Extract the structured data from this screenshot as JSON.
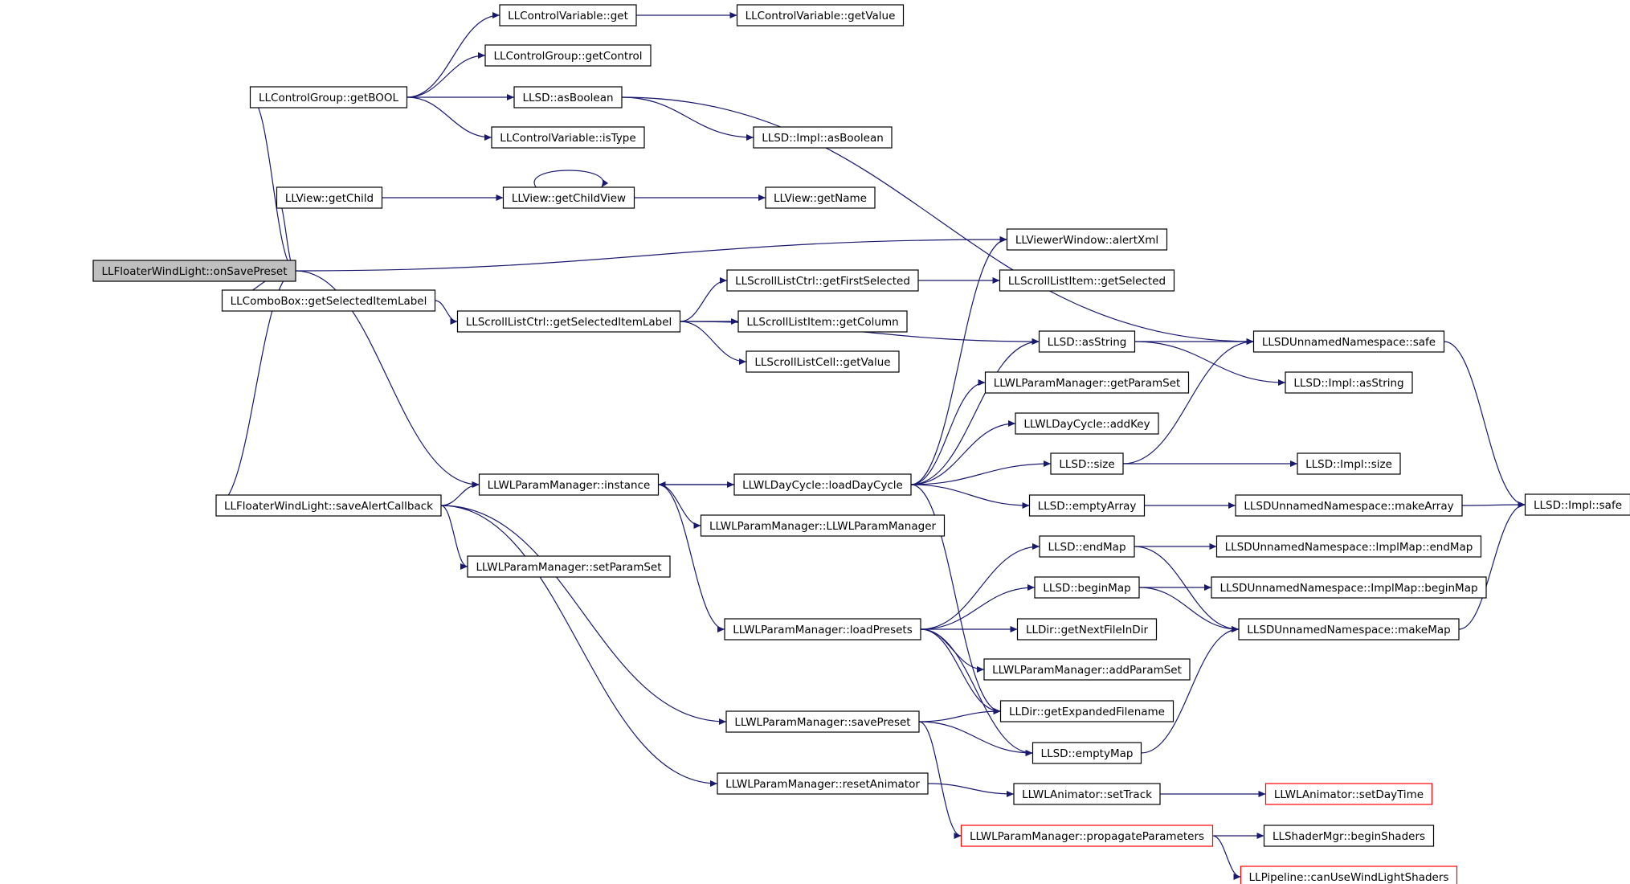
{
  "graph": {
    "nodes": [
      {
        "id": "n0",
        "label": "LLFloaterWindLight::onSavePreset",
        "style": "root"
      },
      {
        "id": "n1",
        "label": "LLControlGroup::getBOOL",
        "style": ""
      },
      {
        "id": "n2",
        "label": "LLControlVariable::get",
        "style": ""
      },
      {
        "id": "n3",
        "label": "LLControlVariable::getValue",
        "style": ""
      },
      {
        "id": "n4",
        "label": "LLControlGroup::getControl",
        "style": ""
      },
      {
        "id": "n5",
        "label": "LLSD::asBoolean",
        "style": ""
      },
      {
        "id": "n6",
        "label": "LLSDUnnamedNamespace::safe",
        "style": ""
      },
      {
        "id": "n7",
        "label": "LLSD::Impl::safe",
        "style": ""
      },
      {
        "id": "n8",
        "label": "LLSD::Impl::asBoolean",
        "style": ""
      },
      {
        "id": "n9",
        "label": "LLControlVariable::isType",
        "style": ""
      },
      {
        "id": "n10",
        "label": "LLView::getChild",
        "style": ""
      },
      {
        "id": "n11",
        "label": "LLView::getChildView",
        "style": ""
      },
      {
        "id": "n12",
        "label": "LLView::getName",
        "style": ""
      },
      {
        "id": "n13",
        "label": "LLViewerWindow::alertXml",
        "style": ""
      },
      {
        "id": "n14",
        "label": "LLComboBox::getSelectedItemLabel",
        "style": ""
      },
      {
        "id": "n15",
        "label": "LLScrollListCtrl::getSelectedItemLabel",
        "style": ""
      },
      {
        "id": "n16",
        "label": "LLScrollListCtrl::getFirstSelected",
        "style": ""
      },
      {
        "id": "n17",
        "label": "LLScrollListItem::getSelected",
        "style": ""
      },
      {
        "id": "n18",
        "label": "LLScrollListItem::getColumn",
        "style": ""
      },
      {
        "id": "n19",
        "label": "LLScrollListCell::getValue",
        "style": ""
      },
      {
        "id": "n20",
        "label": "LLSD::asString",
        "style": ""
      },
      {
        "id": "n21",
        "label": "LLSD::Impl::asString",
        "style": ""
      },
      {
        "id": "n22",
        "label": "LLFloaterWindLight::saveAlertCallback",
        "style": ""
      },
      {
        "id": "n23",
        "label": "LLWLParamManager::instance",
        "style": ""
      },
      {
        "id": "n24",
        "label": "LLWLDayCycle::loadDayCycle",
        "style": ""
      },
      {
        "id": "n25",
        "label": "LLWLParamManager::getParamSet",
        "style": ""
      },
      {
        "id": "n26",
        "label": "LLWLDayCycle::addKey",
        "style": ""
      },
      {
        "id": "n27",
        "label": "LLSD::size",
        "style": ""
      },
      {
        "id": "n28",
        "label": "LLSD::Impl::size",
        "style": ""
      },
      {
        "id": "n29",
        "label": "LLSD::emptyArray",
        "style": ""
      },
      {
        "id": "n30",
        "label": "LLSDUnnamedNamespace::makeArray",
        "style": ""
      },
      {
        "id": "n31",
        "label": "LLWLParamManager::LLWLParamManager",
        "style": ""
      },
      {
        "id": "n32",
        "label": "LLWLParamManager::setParamSet",
        "style": ""
      },
      {
        "id": "n33",
        "label": "LLSD::endMap",
        "style": ""
      },
      {
        "id": "n34",
        "label": "LLSDUnnamedNamespace::ImplMap::endMap",
        "style": ""
      },
      {
        "id": "n35",
        "label": "LLSD::beginMap",
        "style": ""
      },
      {
        "id": "n36",
        "label": "LLSDUnnamedNamespace::ImplMap::beginMap",
        "style": ""
      },
      {
        "id": "n37",
        "label": "LLSDUnnamedNamespace::makeMap",
        "style": ""
      },
      {
        "id": "n38",
        "label": "LLWLParamManager::loadPresets",
        "style": ""
      },
      {
        "id": "n39",
        "label": "LLDir::getNextFileInDir",
        "style": ""
      },
      {
        "id": "n40",
        "label": "LLWLParamManager::addParamSet",
        "style": ""
      },
      {
        "id": "n41",
        "label": "LLDir::getExpandedFilename",
        "style": ""
      },
      {
        "id": "n42",
        "label": "LLWLParamManager::savePreset",
        "style": ""
      },
      {
        "id": "n43",
        "label": "LLSD::emptyMap",
        "style": ""
      },
      {
        "id": "n44",
        "label": "LLWLParamManager::resetAnimator",
        "style": ""
      },
      {
        "id": "n45",
        "label": "LLWLAnimator::setTrack",
        "style": ""
      },
      {
        "id": "n46",
        "label": "LLWLAnimator::setDayTime",
        "style": "red"
      },
      {
        "id": "n47",
        "label": "LLWLParamManager::propagateParameters",
        "style": "red"
      },
      {
        "id": "n48",
        "label": "LLShaderMgr::beginShaders",
        "style": ""
      },
      {
        "id": "n49",
        "label": "LLPipeline::canUseWindLightShaders",
        "style": "red"
      }
    ],
    "edges": [
      [
        "n0",
        "n1"
      ],
      [
        "n0",
        "n10"
      ],
      [
        "n0",
        "n13"
      ],
      [
        "n0",
        "n14"
      ],
      [
        "n0",
        "n22"
      ],
      [
        "n0",
        "n23"
      ],
      [
        "n1",
        "n2"
      ],
      [
        "n1",
        "n4"
      ],
      [
        "n1",
        "n5"
      ],
      [
        "n1",
        "n9"
      ],
      [
        "n2",
        "n3"
      ],
      [
        "n5",
        "n6"
      ],
      [
        "n5",
        "n8"
      ],
      [
        "n6",
        "n7"
      ],
      [
        "n10",
        "n11"
      ],
      [
        "n11",
        "n11"
      ],
      [
        "n11",
        "n12"
      ],
      [
        "n14",
        "n15"
      ],
      [
        "n15",
        "n16"
      ],
      [
        "n15",
        "n18"
      ],
      [
        "n15",
        "n19"
      ],
      [
        "n15",
        "n20"
      ],
      [
        "n16",
        "n17"
      ],
      [
        "n20",
        "n6"
      ],
      [
        "n20",
        "n21"
      ],
      [
        "n22",
        "n23"
      ],
      [
        "n22",
        "n32"
      ],
      [
        "n22",
        "n42"
      ],
      [
        "n22",
        "n44"
      ],
      [
        "n23",
        "n24"
      ],
      [
        "n23",
        "n31"
      ],
      [
        "n23",
        "n38"
      ],
      [
        "n24",
        "n23"
      ],
      [
        "n24",
        "n13"
      ],
      [
        "n24",
        "n20"
      ],
      [
        "n24",
        "n25"
      ],
      [
        "n24",
        "n26"
      ],
      [
        "n24",
        "n27"
      ],
      [
        "n24",
        "n29"
      ],
      [
        "n24",
        "n41"
      ],
      [
        "n27",
        "n6"
      ],
      [
        "n27",
        "n28"
      ],
      [
        "n29",
        "n30"
      ],
      [
        "n30",
        "n7"
      ],
      [
        "n38",
        "n33"
      ],
      [
        "n38",
        "n35"
      ],
      [
        "n38",
        "n39"
      ],
      [
        "n38",
        "n40"
      ],
      [
        "n38",
        "n41"
      ],
      [
        "n38",
        "n43"
      ],
      [
        "n33",
        "n34"
      ],
      [
        "n33",
        "n37"
      ],
      [
        "n35",
        "n36"
      ],
      [
        "n35",
        "n37"
      ],
      [
        "n37",
        "n7"
      ],
      [
        "n43",
        "n37"
      ],
      [
        "n42",
        "n41"
      ],
      [
        "n42",
        "n43"
      ],
      [
        "n42",
        "n47"
      ],
      [
        "n44",
        "n45"
      ],
      [
        "n45",
        "n46"
      ],
      [
        "n47",
        "n48"
      ],
      [
        "n47",
        "n49"
      ]
    ]
  }
}
